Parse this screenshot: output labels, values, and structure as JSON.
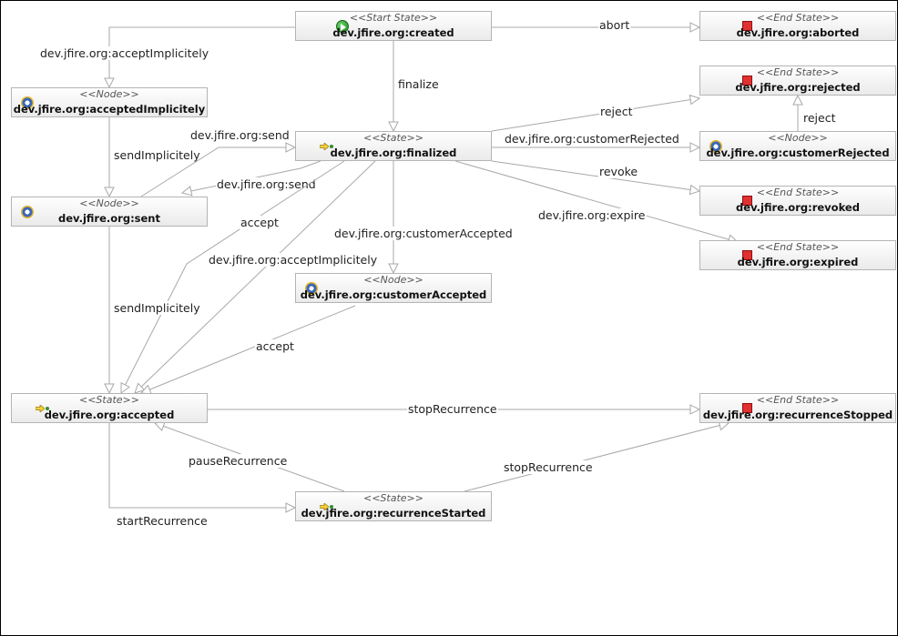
{
  "diagram": {
    "stereotypes": {
      "start": "<<Start State>>",
      "end": "<<End State>>",
      "node": "<<Node>>",
      "state": "<<State>>"
    },
    "nodes": {
      "created": {
        "name": "dev.jfire.org:created",
        "kind": "start",
        "icon": "start-play-icon"
      },
      "aborted": {
        "name": "dev.jfire.org:aborted",
        "kind": "end",
        "icon": "end-stop-icon"
      },
      "rejected": {
        "name": "dev.jfire.org:rejected",
        "kind": "end",
        "icon": "end-stop-icon"
      },
      "acceptedImplicitely": {
        "name": "dev.jfire.org:acceptedImplicitely",
        "kind": "node",
        "icon": "node-gear-icon"
      },
      "finalized": {
        "name": "dev.jfire.org:finalized",
        "kind": "state",
        "icon": "state-arrow-icon"
      },
      "customerRejected": {
        "name": "dev.jfire.org:customerRejected",
        "kind": "node",
        "icon": "node-gear-icon"
      },
      "sent": {
        "name": "dev.jfire.org:sent",
        "kind": "node",
        "icon": "node-gear-icon"
      },
      "revoked": {
        "name": "dev.jfire.org:revoked",
        "kind": "end",
        "icon": "end-stop-icon"
      },
      "expired": {
        "name": "dev.jfire.org:expired",
        "kind": "end",
        "icon": "end-stop-icon"
      },
      "customerAccepted": {
        "name": "dev.jfire.org:customerAccepted",
        "kind": "node",
        "icon": "node-gear-icon"
      },
      "accepted": {
        "name": "dev.jfire.org:accepted",
        "kind": "state",
        "icon": "state-arrow-icon"
      },
      "recurrenceStopped": {
        "name": "dev.jfire.org:recurrenceStopped",
        "kind": "end",
        "icon": "end-stop-icon"
      },
      "recurrenceStarted": {
        "name": "dev.jfire.org:recurrenceStarted",
        "kind": "state",
        "icon": "state-arrow-icon"
      }
    },
    "transitions": [
      {
        "id": "abort",
        "label": "abort",
        "from": "created",
        "to": "aborted"
      },
      {
        "id": "accept_implicitely_1",
        "label": "dev.jfire.org:acceptImplicitely",
        "from": "created",
        "to": "acceptedImplicitely"
      },
      {
        "id": "finalize",
        "label": "finalize",
        "from": "created",
        "to": "finalized"
      },
      {
        "id": "send_implicitely_1",
        "label": "sendImplicitely",
        "from": "acceptedImplicitely",
        "to": "sent"
      },
      {
        "id": "send_up",
        "label": "dev.jfire.org:send",
        "from": "sent",
        "to": "finalized"
      },
      {
        "id": "send_down",
        "label": "dev.jfire.org:send",
        "from": "finalized",
        "to": "sent"
      },
      {
        "id": "reject_1",
        "label": "reject",
        "from": "finalized",
        "to": "rejected"
      },
      {
        "id": "customer_rejected",
        "label": "dev.jfire.org:customerRejected",
        "from": "finalized",
        "to": "customerRejected"
      },
      {
        "id": "reject_2",
        "label": "reject",
        "from": "customerRejected",
        "to": "rejected"
      },
      {
        "id": "revoke",
        "label": "revoke",
        "from": "finalized",
        "to": "revoked"
      },
      {
        "id": "expire",
        "label": "dev.jfire.org:expire",
        "from": "finalized",
        "to": "expired"
      },
      {
        "id": "accept_1",
        "label": "accept",
        "from": "finalized",
        "to": "accepted"
      },
      {
        "id": "accept_implicitely_2",
        "label": "dev.jfire.org:acceptImplicitely",
        "from": "finalized",
        "to": "accepted"
      },
      {
        "id": "customer_accepted",
        "label": "dev.jfire.org:customerAccepted",
        "from": "finalized",
        "to": "customerAccepted"
      },
      {
        "id": "accept_2",
        "label": "accept",
        "from": "customerAccepted",
        "to": "accepted"
      },
      {
        "id": "send_implicitely_2",
        "label": "sendImplicitely",
        "from": "sent",
        "to": "accepted"
      },
      {
        "id": "stop_recurrence_1",
        "label": "stopRecurrence",
        "from": "accepted",
        "to": "recurrenceStopped"
      },
      {
        "id": "pause_recurrence",
        "label": "pauseRecurrence",
        "from": "recurrenceStarted",
        "to": "accepted"
      },
      {
        "id": "start_recurrence",
        "label": "startRecurrence",
        "from": "accepted",
        "to": "recurrenceStarted"
      },
      {
        "id": "stop_recurrence_2",
        "label": "stopRecurrence",
        "from": "recurrenceStarted",
        "to": "recurrenceStopped"
      }
    ]
  }
}
